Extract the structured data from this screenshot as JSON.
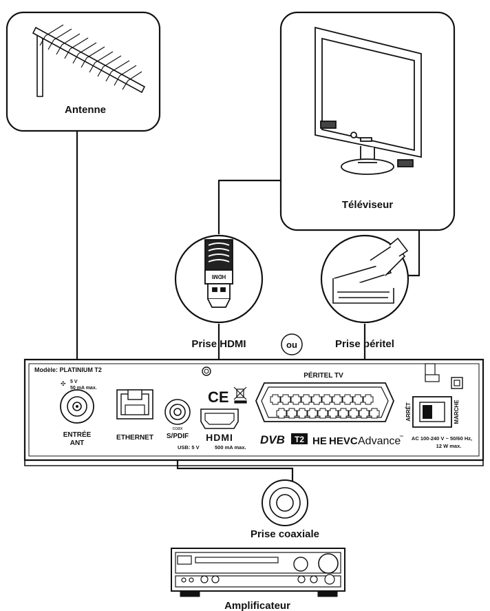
{
  "labels": {
    "antenne": "Antenne",
    "televiseur": "Téléviseur",
    "prise_hdmi": "Prise HDMI",
    "ou": "ou",
    "prise_peritel": "Prise péritel",
    "prise_coaxiale": "Prise coaxiale",
    "amplificateur": "Amplificateur"
  },
  "device": {
    "model": "Modèle: PLATINIUM T2",
    "ant_power_1": "5 V",
    "ant_power_2": "50 mA max.",
    "entree_1": "ENTRÉE",
    "entree_2": "ANT",
    "ethernet": "ETHERNET",
    "coax_small": "coax",
    "spdif": "S/PDIF",
    "peritel_tv": "PÉRITEL TV",
    "usb": "USB: 5 V",
    "usb_2": "500 mA max.",
    "hdmi_logo": "HDMI",
    "hdmi_connector_text": "HDMI",
    "ce": "CE",
    "dvb": "DVB",
    "t2": "T2",
    "hevc": "HEVC",
    "advance": "Advance",
    "tm": "™",
    "ac_1": "AC 100-240 V ~ 50/60 Hz,",
    "ac_2": "12 W max.",
    "arret": "ARRÊT",
    "marche": "MARCHE"
  },
  "colors": {
    "stroke": "#111111",
    "panel_fill": "#ffffff",
    "shade": "#555555"
  }
}
